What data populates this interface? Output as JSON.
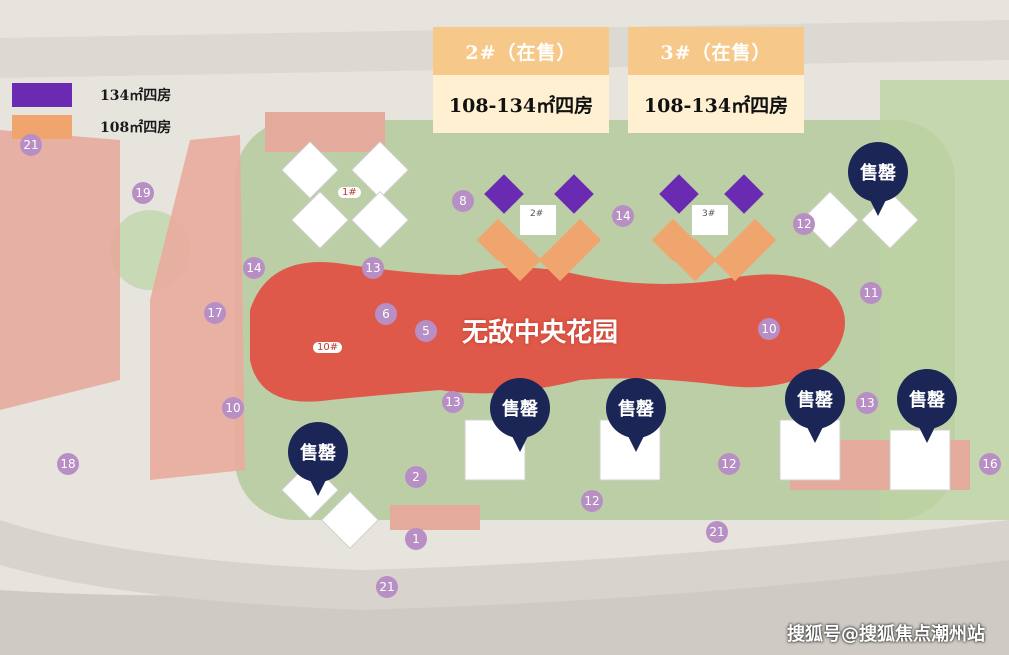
{
  "colors": {
    "purple_unit": "#6a2bb2",
    "orange_unit": "#f0a56e",
    "sold_pin": "#1b2556",
    "garden": "#e8382f",
    "card_top": "#f6c98a",
    "card_bottom": "#fff0d2",
    "facility_marker": "#b88fc4"
  },
  "legend": {
    "items": [
      {
        "label": "134㎡四房",
        "color": "#6a2bb2"
      },
      {
        "label": "108㎡四房",
        "color": "#f0a56e"
      }
    ]
  },
  "buildings_on_sale": [
    {
      "title": "2#（在售）",
      "area": "108-134㎡四房"
    },
    {
      "title": "3#（在售）",
      "area": "108-134㎡四房"
    }
  ],
  "sold_pins": [
    {
      "label": "售罄"
    },
    {
      "label": "售罄"
    },
    {
      "label": "售罄"
    },
    {
      "label": "售罄"
    },
    {
      "label": "售罄"
    },
    {
      "label": "售罄"
    }
  ],
  "garden": {
    "label": "无敌中央花园"
  },
  "building_numbers": [
    {
      "label": "1#"
    },
    {
      "label": "10#"
    },
    {
      "label": "2#"
    },
    {
      "label": "3#"
    }
  ],
  "facility_markers": [
    {
      "label": "21"
    },
    {
      "label": "19"
    },
    {
      "label": "14"
    },
    {
      "label": "13"
    },
    {
      "label": "8"
    },
    {
      "label": "14"
    },
    {
      "label": "12"
    },
    {
      "label": "17"
    },
    {
      "label": "6"
    },
    {
      "label": "5"
    },
    {
      "label": "10"
    },
    {
      "label": "11"
    },
    {
      "label": "10"
    },
    {
      "label": "13"
    },
    {
      "label": "12"
    },
    {
      "label": "13"
    },
    {
      "label": "16"
    },
    {
      "label": "18"
    },
    {
      "label": "2"
    },
    {
      "label": "12"
    },
    {
      "label": "1"
    },
    {
      "label": "21"
    },
    {
      "label": "21"
    }
  ],
  "watermark": "搜狐号@搜狐焦点潮州站"
}
